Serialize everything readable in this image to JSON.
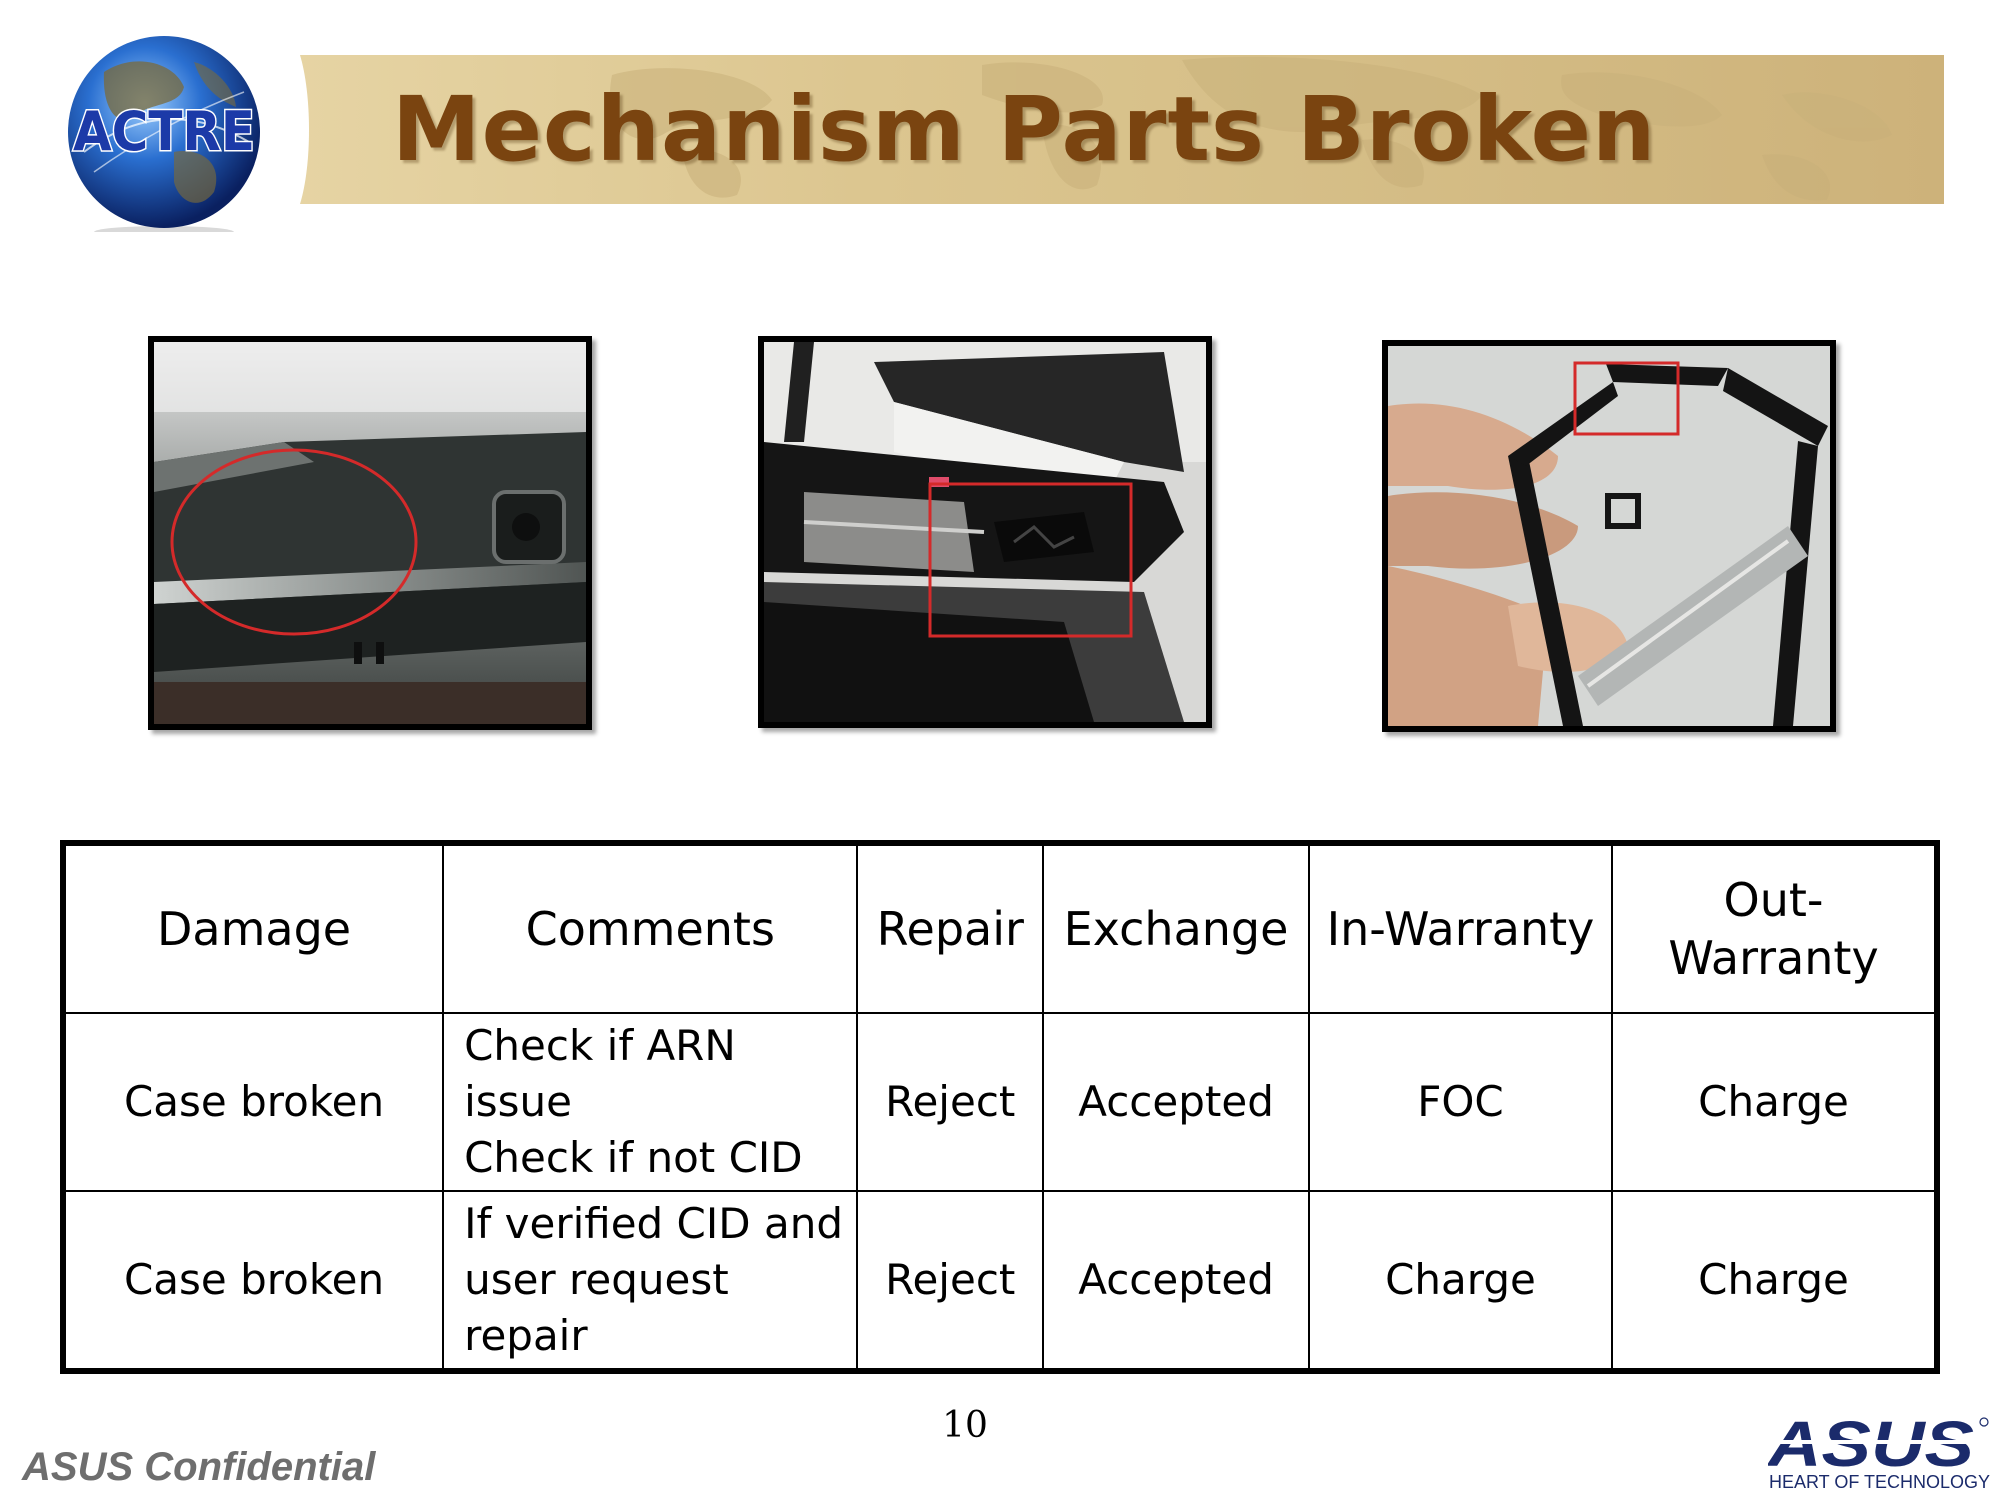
{
  "header": {
    "logo_text": "ACTRE",
    "title": "Mechanism Parts Broken"
  },
  "photos": [
    {
      "name": "notebook-case-corner-photo",
      "highlight_shape": "circle",
      "highlight_color": "#d42a2a"
    },
    {
      "name": "broken-frame-edge-photo",
      "highlight_shape": "rectangle",
      "highlight_color": "#d42a2a"
    },
    {
      "name": "cracked-bezel-in-hand-photo",
      "highlight_shape": "rectangle",
      "highlight_color": "#d42a2a"
    }
  ],
  "table": {
    "headers": {
      "damage": "Damage",
      "comments": "Comments",
      "repair": "Repair",
      "exchange": "Exchange",
      "in_warranty": "In-Warranty",
      "out_warranty_line1": "Out-",
      "out_warranty_line2": "Warranty"
    },
    "rows": [
      {
        "damage": "Case broken",
        "comment_line1": "Check if ARN issue",
        "comment_line2": "Check if not CID",
        "repair": "Reject",
        "exchange": "Accepted",
        "in_warranty": "FOC",
        "out_warranty": "Charge"
      },
      {
        "damage": "Case broken",
        "comment_line1": "If verified CID and",
        "comment_line2": "user request repair",
        "repair": "Reject",
        "exchange": "Accepted",
        "in_warranty": "Charge",
        "out_warranty": "Charge"
      }
    ]
  },
  "footer": {
    "page_number": "10",
    "confidential": "ASUS Confidential",
    "brand": "ASUS",
    "tagline": "HEART OF TECHNOLOGY"
  },
  "colors": {
    "title": "#7a4410",
    "banner": "#dcc690",
    "highlight": "#d42a2a",
    "brand_blue": "#1b2b6b"
  }
}
